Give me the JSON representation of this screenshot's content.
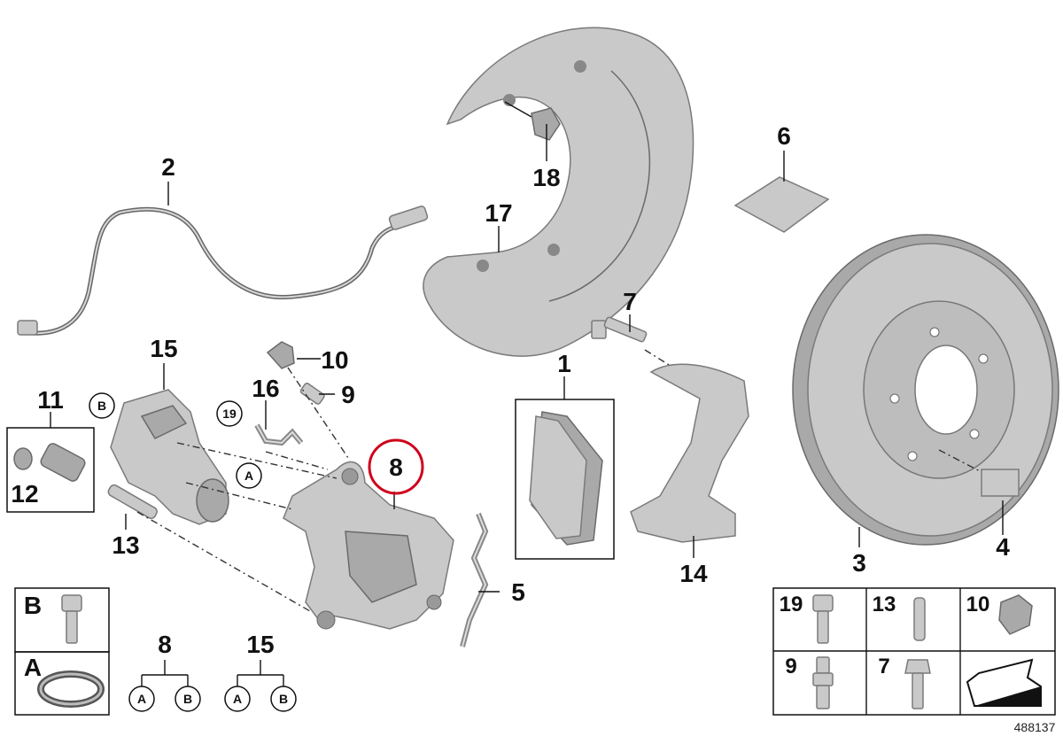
{
  "labels": {
    "p1": "1",
    "p2": "2",
    "p3": "3",
    "p4": "4",
    "p5": "5",
    "p6": "6",
    "p7": "7",
    "p8": "8",
    "p9": "9",
    "p10": "10",
    "p11": "11",
    "p12": "12",
    "p13": "13",
    "p14": "14",
    "p15": "15",
    "p16": "16",
    "p17": "17",
    "p18": "18",
    "callout_b": "B",
    "callout_a": "A",
    "callout_19": "19"
  },
  "highlight_color": "#d0021b",
  "legend_left": {
    "row_b": "B",
    "row_a": "A"
  },
  "trees": {
    "tree8": {
      "root": "8",
      "left": "A",
      "right": "B"
    },
    "tree15": {
      "root": "15",
      "left": "A",
      "right": "B"
    }
  },
  "legend_right": {
    "c19": "19",
    "c13": "13",
    "c10": "10",
    "c9": "9",
    "c7": "7"
  },
  "diagram_code": "488137"
}
